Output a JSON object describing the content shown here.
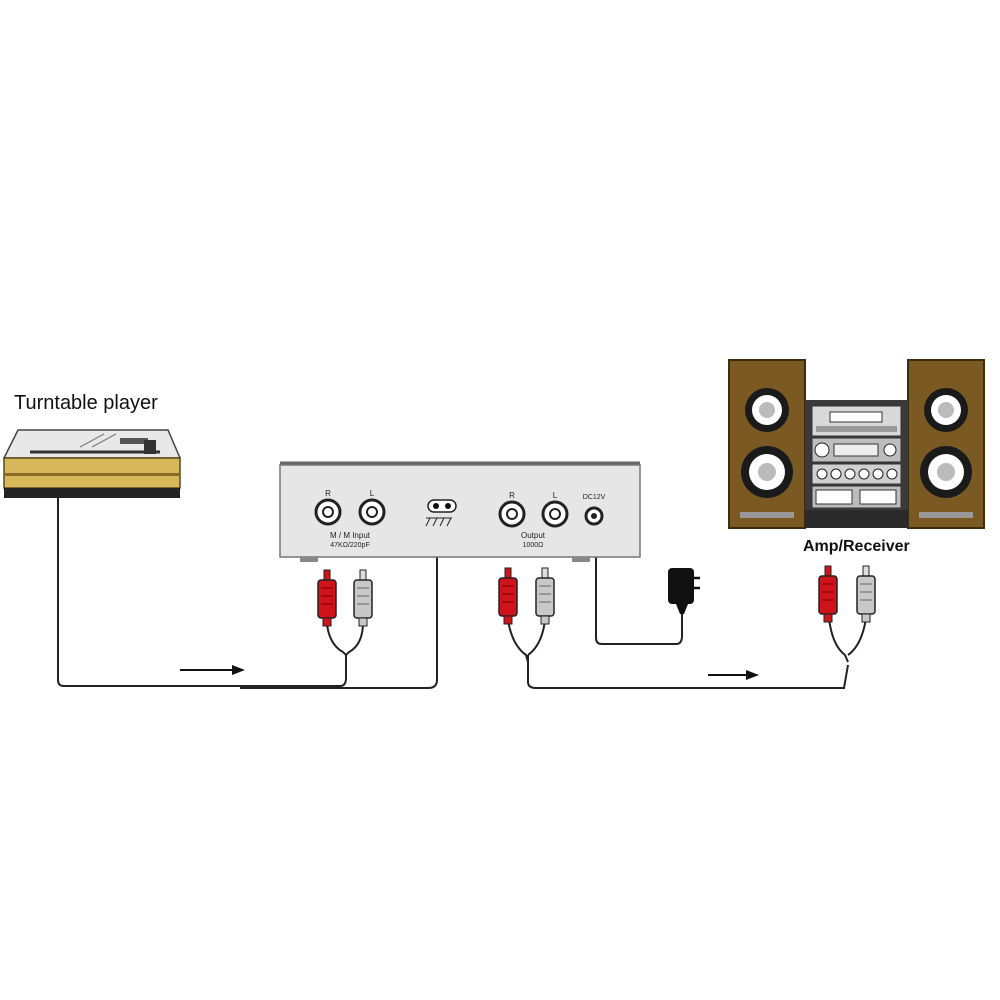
{
  "turntable": {
    "label": "Turntable player"
  },
  "preamp": {
    "input": {
      "ch_r": "R",
      "ch_l": "L",
      "label_line1": "M / M Input",
      "label_line2": "47KΩ/220pF"
    },
    "output": {
      "ch_r": "R",
      "ch_l": "L",
      "label_line1": "Output",
      "label_line2": "1000Ω"
    },
    "dc_label": "DC12V"
  },
  "amp": {
    "label": "Amp/Receiver"
  },
  "colors": {
    "rca_red": "#d0121a",
    "rca_white": "#c8c8c8",
    "preamp_body": "#e6e6e6",
    "speaker_wood": "#7a5a22",
    "cable": "#222222"
  }
}
